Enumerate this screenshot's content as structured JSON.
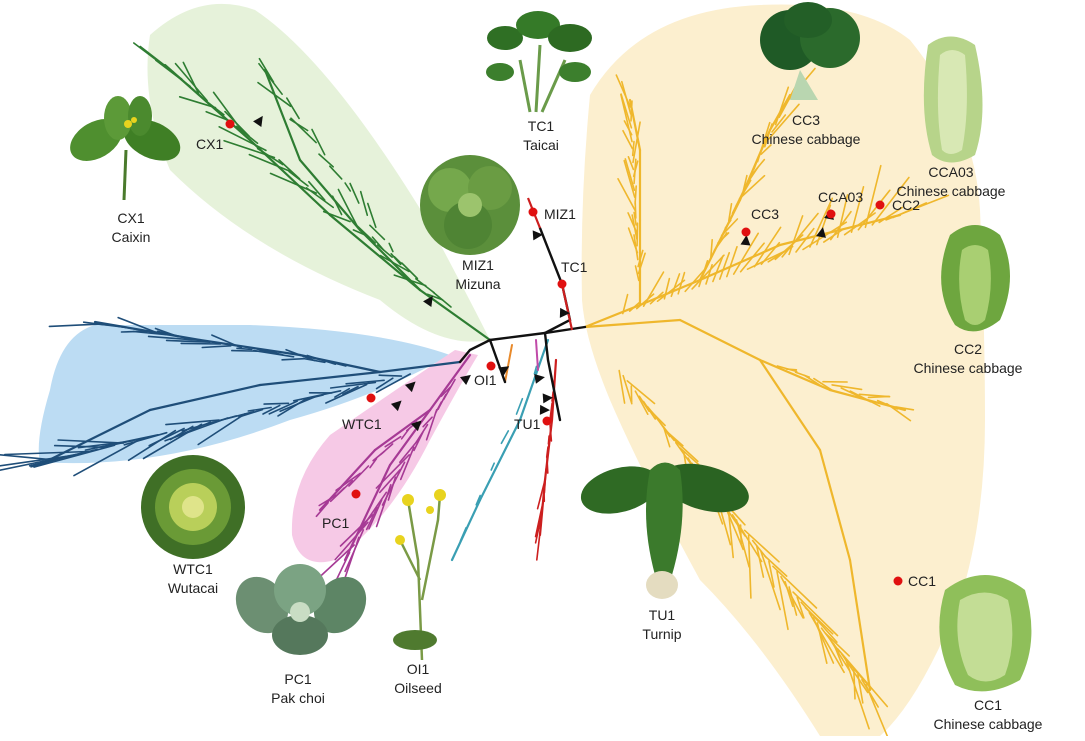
{
  "colors": {
    "green_clade": "#2e7d32",
    "green_bg": "#e6f2da",
    "blue_clade": "#1f4e79",
    "blue_bg": "#bcdcf3",
    "pink_clade": "#a63a95",
    "pink_bg": "#f6c9e6",
    "yellow_clade": "#efb72c",
    "yellow_bg": "#fcefcf",
    "red_clade": "#cc1f1f",
    "teal_clade": "#3a9fb3",
    "black_stem": "#111111",
    "marker": "#e01010"
  },
  "accessions": [
    {
      "id": "CX1",
      "code": "CX1",
      "name": "Caixin",
      "tree_label": "CX1"
    },
    {
      "id": "TC1",
      "code": "TC1",
      "name": "Taicai",
      "tree_label": "TC1"
    },
    {
      "id": "MIZ1",
      "code": "MIZ1",
      "name": "Mizuna",
      "tree_label": "MIZ1"
    },
    {
      "id": "CC3",
      "code": "CC3",
      "name": "Chinese cabbage",
      "tree_label": "CC3"
    },
    {
      "id": "CCA03",
      "code": "CCA03",
      "name": "Chinese cabbage",
      "tree_label": "CCA03"
    },
    {
      "id": "CC2",
      "code": "CC2",
      "name": "Chinese cabbage",
      "tree_label": "CC2"
    },
    {
      "id": "CC1",
      "code": "CC1",
      "name": "Chinese cabbage",
      "tree_label": "CC1"
    },
    {
      "id": "WTC1",
      "code": "WTC1",
      "name": "Wutacai",
      "tree_label": "WTC1"
    },
    {
      "id": "PC1",
      "code": "PC1",
      "name": "Pak choi",
      "tree_label": "PC1"
    },
    {
      "id": "OI1",
      "code": "OI1",
      "name": "Oilseed",
      "tree_label": "OI1"
    },
    {
      "id": "TU1",
      "code": "TU1",
      "name": "Turnip",
      "tree_label": "TU1"
    }
  ]
}
